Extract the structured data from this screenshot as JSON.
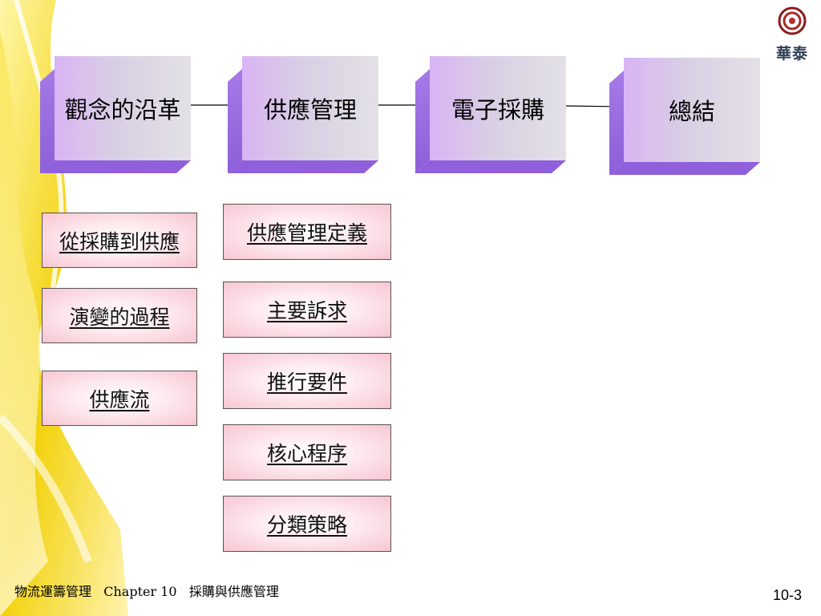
{
  "logo": {
    "text": "華泰",
    "ring_color": "#8b1a1a"
  },
  "flow": [
    {
      "label": "觀念的沿革"
    },
    {
      "label": "供應管理"
    },
    {
      "label": "電子採購"
    },
    {
      "label": "總結"
    }
  ],
  "left_links": [
    {
      "label": "從採購到供應"
    },
    {
      "label": "演變的過程"
    },
    {
      "label": "供應流"
    }
  ],
  "right_links": [
    {
      "label": "供應管理定義"
    },
    {
      "label": "主要訴求"
    },
    {
      "label": "推行要件"
    },
    {
      "label": "核心程序"
    },
    {
      "label": "分類策略"
    }
  ],
  "footer": {
    "text": "物流運籌管理   Chapter 10   採購與供應管理",
    "page": "10-3"
  },
  "colors": {
    "box_face": "#d9cfe4",
    "box_side": "#8f5fdc",
    "link_bg": "#f8c6d2",
    "swirl": "#f5d90a"
  }
}
